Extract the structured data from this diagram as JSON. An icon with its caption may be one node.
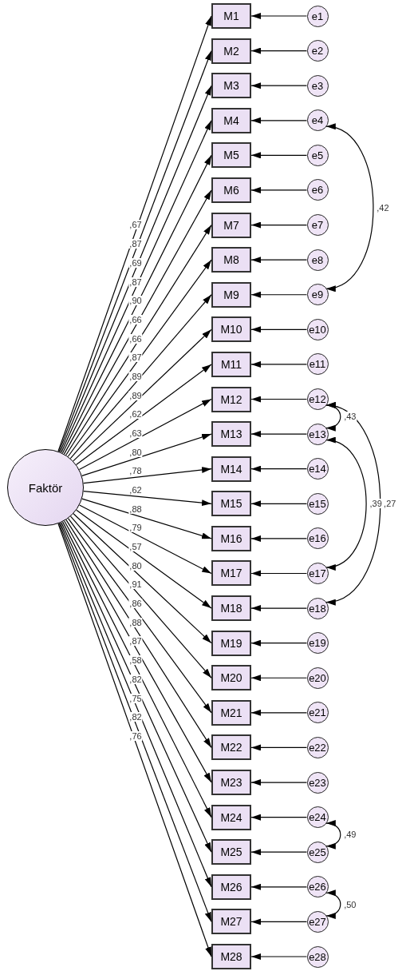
{
  "diagram": {
    "nodes": [
      {
        "text": [
          "Faktör"
        ]
      },
      {
        "text": [
          "M1"
        ]
      },
      {
        "text": [
          "M2"
        ]
      },
      {
        "text": [
          "M3"
        ]
      },
      {
        "text": [
          "M4"
        ]
      },
      {
        "text": [
          "M5"
        ]
      },
      {
        "text": [
          "M6"
        ]
      },
      {
        "text": [
          "M7"
        ]
      },
      {
        "text": [
          "M8"
        ]
      },
      {
        "text": [
          "M9"
        ]
      },
      {
        "text": [
          "M10"
        ]
      },
      {
        "text": [
          "M11"
        ]
      },
      {
        "text": [
          "M12"
        ]
      },
      {
        "text": [
          "M13"
        ]
      },
      {
        "text": [
          "M14"
        ]
      },
      {
        "text": [
          "M15"
        ]
      },
      {
        "text": [
          "M16"
        ]
      },
      {
        "text": [
          "M17"
        ]
      },
      {
        "text": [
          "M18"
        ]
      },
      {
        "text": [
          "M19"
        ]
      },
      {
        "text": [
          "M20"
        ]
      },
      {
        "text": [
          "M21"
        ]
      },
      {
        "text": [
          "M22"
        ]
      },
      {
        "text": [
          "M23"
        ]
      },
      {
        "text": [
          "M24"
        ]
      },
      {
        "text": [
          "M25"
        ]
      },
      {
        "text": [
          "M26"
        ]
      },
      {
        "text": [
          "M27"
        ]
      },
      {
        "text": [
          "M28"
        ]
      },
      {
        "text": [
          "e1"
        ]
      },
      {
        "text": [
          "e2"
        ]
      },
      {
        "text": [
          "e3"
        ]
      },
      {
        "text": [
          "e4"
        ]
      },
      {
        "text": [
          "e5"
        ]
      },
      {
        "text": [
          "e6"
        ]
      },
      {
        "text": [
          "e7"
        ]
      },
      {
        "text": [
          "e8"
        ]
      },
      {
        "text": [
          "e9"
        ]
      },
      {
        "text": [
          "e10"
        ]
      },
      {
        "text": [
          "e11"
        ]
      },
      {
        "text": [
          "e12"
        ]
      },
      {
        "text": [
          "e13"
        ]
      },
      {
        "text": [
          "e14"
        ]
      },
      {
        "text": [
          "e15"
        ]
      },
      {
        "text": [
          "e16"
        ]
      },
      {
        "text": [
          "e17"
        ]
      },
      {
        "text": [
          "e18"
        ]
      },
      {
        "text": [
          "e19"
        ]
      },
      {
        "text": [
          "e20"
        ]
      },
      {
        "text": [
          "e21"
        ]
      },
      {
        "text": [
          "e22"
        ]
      },
      {
        "text": [
          "e23"
        ]
      },
      {
        "text": [
          "e24"
        ]
      },
      {
        "text": [
          "e25"
        ]
      },
      {
        "text": [
          "e26"
        ]
      },
      {
        "text": [
          "e27"
        ]
      },
      {
        "text": [
          "e28"
        ]
      }
    ],
    "edges": [
      {
        "from": 0,
        "to": 1,
        "arrow": "to",
        "label": ",67"
      },
      {
        "from": 0,
        "to": 2,
        "arrow": "to",
        "label": ",87"
      },
      {
        "from": 0,
        "to": 3,
        "arrow": "to",
        "label": ",69"
      },
      {
        "from": 0,
        "to": 4,
        "arrow": "to",
        "label": ",87"
      },
      {
        "from": 0,
        "to": 5,
        "arrow": "to",
        "label": ",90"
      },
      {
        "from": 0,
        "to": 6,
        "arrow": "to",
        "label": ",66"
      },
      {
        "from": 0,
        "to": 7,
        "arrow": "to",
        "label": ",66"
      },
      {
        "from": 0,
        "to": 8,
        "arrow": "to",
        "label": ",87"
      },
      {
        "from": 0,
        "to": 9,
        "arrow": "to",
        "label": ",89"
      },
      {
        "from": 0,
        "to": 10,
        "arrow": "to",
        "label": ",89"
      },
      {
        "from": 0,
        "to": 11,
        "arrow": "to",
        "label": ",62"
      },
      {
        "from": 0,
        "to": 12,
        "arrow": "to",
        "label": ",63"
      },
      {
        "from": 0,
        "to": 13,
        "arrow": "to",
        "label": ",80"
      },
      {
        "from": 0,
        "to": 14,
        "arrow": "to",
        "label": ",78"
      },
      {
        "from": 0,
        "to": 15,
        "arrow": "to",
        "label": ",62"
      },
      {
        "from": 0,
        "to": 16,
        "arrow": "to",
        "label": ",88"
      },
      {
        "from": 0,
        "to": 17,
        "arrow": "to",
        "label": ",79"
      },
      {
        "from": 0,
        "to": 18,
        "arrow": "to",
        "label": ",57"
      },
      {
        "from": 0,
        "to": 19,
        "arrow": "to",
        "label": ",80"
      },
      {
        "from": 0,
        "to": 20,
        "arrow": "to",
        "label": ",91"
      },
      {
        "from": 0,
        "to": 21,
        "arrow": "to",
        "label": ",86"
      },
      {
        "from": 0,
        "to": 22,
        "arrow": "to",
        "label": ",88"
      },
      {
        "from": 0,
        "to": 23,
        "arrow": "to",
        "label": ",87"
      },
      {
        "from": 0,
        "to": 24,
        "arrow": "to",
        "label": ",58"
      },
      {
        "from": 0,
        "to": 25,
        "arrow": "to",
        "label": ",82"
      },
      {
        "from": 0,
        "to": 26,
        "arrow": "to",
        "label": ",75"
      },
      {
        "from": 0,
        "to": 27,
        "arrow": "to",
        "label": ",82"
      },
      {
        "from": 0,
        "to": 28,
        "arrow": "to",
        "label": ",76"
      },
      {
        "from": 29,
        "to": 1,
        "arrow": "to"
      },
      {
        "from": 30,
        "to": 2,
        "arrow": "to"
      },
      {
        "from": 31,
        "to": 3,
        "arrow": "to"
      },
      {
        "from": 32,
        "to": 4,
        "arrow": "to"
      },
      {
        "from": 33,
        "to": 5,
        "arrow": "to"
      },
      {
        "from": 34,
        "to": 6,
        "arrow": "to"
      },
      {
        "from": 35,
        "to": 7,
        "arrow": "to"
      },
      {
        "from": 36,
        "to": 8,
        "arrow": "to"
      },
      {
        "from": 37,
        "to": 9,
        "arrow": "to"
      },
      {
        "from": 38,
        "to": 10,
        "arrow": "to"
      },
      {
        "from": 39,
        "to": 11,
        "arrow": "to"
      },
      {
        "from": 40,
        "to": 12,
        "arrow": "to"
      },
      {
        "from": 41,
        "to": 13,
        "arrow": "to"
      },
      {
        "from": 42,
        "to": 14,
        "arrow": "to"
      },
      {
        "from": 43,
        "to": 15,
        "arrow": "to"
      },
      {
        "from": 44,
        "to": 16,
        "arrow": "to"
      },
      {
        "from": 45,
        "to": 17,
        "arrow": "to"
      },
      {
        "from": 46,
        "to": 18,
        "arrow": "to"
      },
      {
        "from": 47,
        "to": 19,
        "arrow": "to"
      },
      {
        "from": 48,
        "to": 20,
        "arrow": "to"
      },
      {
        "from": 49,
        "to": 21,
        "arrow": "to"
      },
      {
        "from": 50,
        "to": 22,
        "arrow": "to"
      },
      {
        "from": 51,
        "to": 23,
        "arrow": "to"
      },
      {
        "from": 52,
        "to": 24,
        "arrow": "to"
      },
      {
        "from": 53,
        "to": 25,
        "arrow": "to"
      },
      {
        "from": 54,
        "to": 26,
        "arrow": "to"
      },
      {
        "from": 55,
        "to": 27,
        "arrow": "to"
      },
      {
        "from": 56,
        "to": 28,
        "arrow": "to"
      },
      {
        "from": 32,
        "to": 37,
        "arrow": "both",
        "label": ",42"
      },
      {
        "from": 40,
        "to": 41,
        "arrow": "both",
        "label": ",43"
      },
      {
        "from": 41,
        "to": 45,
        "arrow": "both",
        "label": ",39"
      },
      {
        "from": 40,
        "to": 46,
        "arrow": "both",
        "label": ",27"
      },
      {
        "from": 52,
        "to": 53,
        "arrow": "both",
        "label": ",49"
      },
      {
        "from": 54,
        "to": 55,
        "arrow": "both",
        "label": ",50"
      }
    ]
  }
}
